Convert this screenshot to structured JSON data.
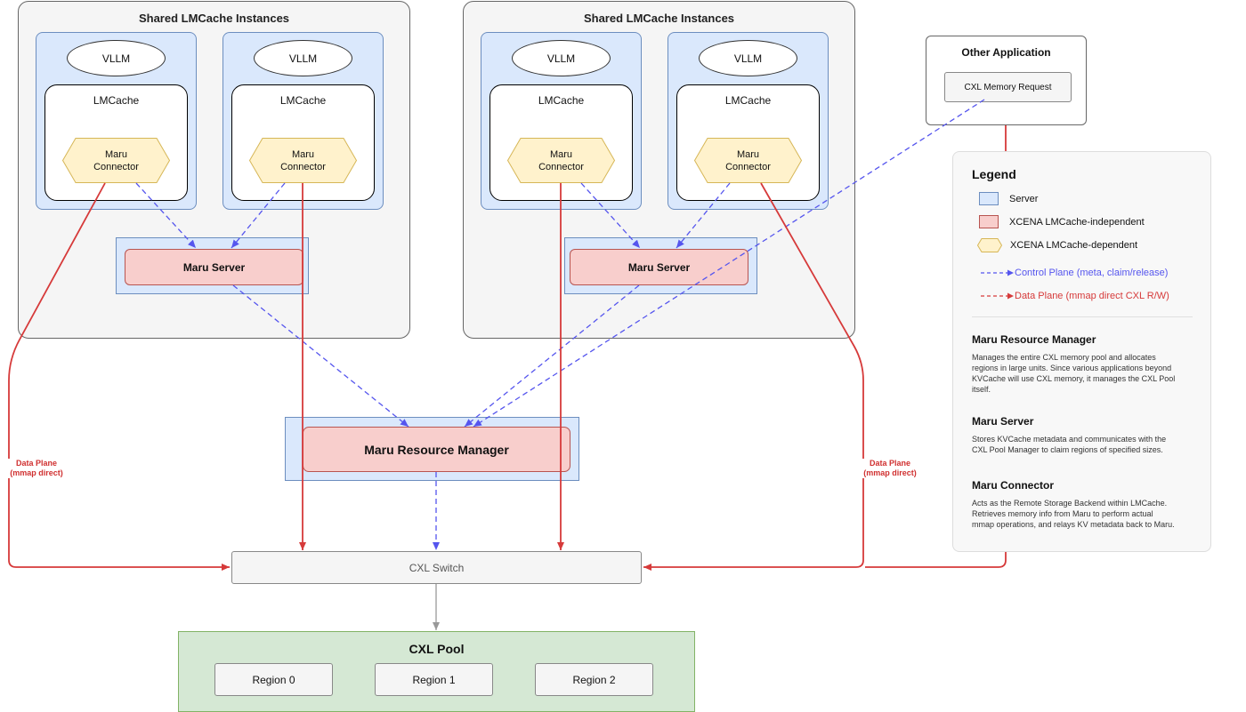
{
  "groups": [
    {
      "title": "Shared LMCache Instances"
    },
    {
      "title": "Shared LMCache Instances"
    }
  ],
  "instances": [
    {
      "vllm": "VLLM",
      "lmcache": "LMCache",
      "connector_line1": "Maru",
      "connector_line2": "Connector"
    },
    {
      "vllm": "VLLM",
      "lmcache": "LMCache",
      "connector_line1": "Maru",
      "connector_line2": "Connector"
    },
    {
      "vllm": "VLLM",
      "lmcache": "LMCache",
      "connector_line1": "Maru",
      "connector_line2": "Connector"
    },
    {
      "vllm": "VLLM",
      "lmcache": "LMCache",
      "connector_line1": "Maru",
      "connector_line2": "Connector"
    }
  ],
  "maru_servers": [
    "Maru Server",
    "Maru Server"
  ],
  "resource_manager": "Maru Resource Manager",
  "other_app": {
    "title": "Other Application",
    "request": "CXL Memory Request"
  },
  "cxl_switch": "CXL Switch",
  "cxl_pool": {
    "title": "CXL Pool",
    "regions": [
      "Region 0",
      "Region 1",
      "Region 2"
    ]
  },
  "data_plane_labels": [
    {
      "line1": "Data Plane",
      "line2": "(mmap direct)"
    },
    {
      "line1": "Data Plane",
      "line2": "(mmap direct)"
    }
  ],
  "legend": {
    "title": "Legend",
    "items": [
      {
        "label": "Server",
        "swatch": "server"
      },
      {
        "label": "XCENA LMCache-independent",
        "swatch": "independent"
      },
      {
        "label": "XCENA LMCache-dependent",
        "swatch": "dependent"
      },
      {
        "label": "Control Plane (meta, claim/release)",
        "swatch": "control"
      },
      {
        "label": "Data Plane (mmap direct CXL R/W)",
        "swatch": "data"
      }
    ],
    "sections": [
      {
        "heading": "Maru Resource Manager",
        "text": [
          "Manages the entire CXL memory pool and allocates",
          "regions in large units. Since various applications beyond",
          "KVCache will use CXL memory, it manages the CXL Pool",
          "itself."
        ]
      },
      {
        "heading": "Maru Server",
        "text": [
          "Stores KVCache metadata and communicates with the",
          "CXL Pool Manager to claim regions of specified sizes."
        ]
      },
      {
        "heading": "Maru Connector",
        "text": [
          "Acts as the Remote Storage Backend within LMCache.",
          "Retrieves memory info from Maru to perform actual",
          "mmap operations, and relays KV metadata back to Maru."
        ]
      }
    ]
  },
  "colors": {
    "control_plane": "#5555ee",
    "data_plane": "#d63a3a",
    "server_fill": "#dae8fc",
    "independent_fill": "#f8cecc",
    "dependent_fill": "#fff2cc",
    "pool_fill": "#d5e8d4"
  }
}
